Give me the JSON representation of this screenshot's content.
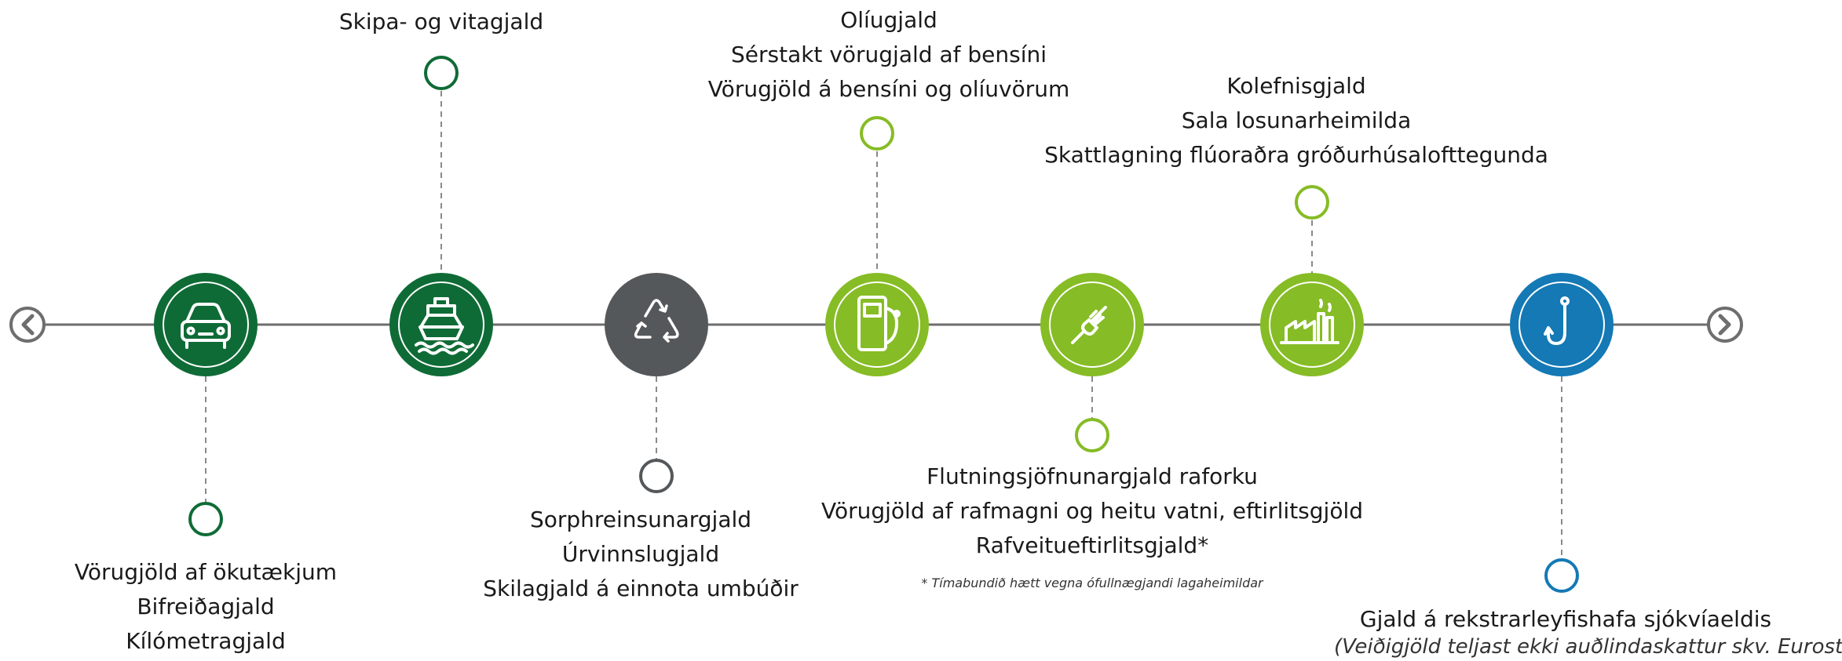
{
  "colors": {
    "dark_green": "#0f6b36",
    "light_green": "#86bc25",
    "gray": "#55585a",
    "blue": "#1479b5",
    "line": "#6e6e6e",
    "dash": "#8a8a8a"
  },
  "nav": {
    "prev_icon": "chevron-left-icon",
    "next_icon": "chevron-right-icon"
  },
  "nodes": [
    {
      "icon": "car-icon",
      "color": "dark_green",
      "side": "below",
      "lines": [
        "Vörugjöld af ökutækjum",
        "Bifreiðagjald",
        "Kílómetragjald"
      ]
    },
    {
      "icon": "ship-icon",
      "color": "dark_green",
      "side": "above",
      "lines": [
        "Skipa- og vitagjald"
      ]
    },
    {
      "icon": "recycle-icon",
      "color": "gray",
      "side": "below",
      "lines": [
        "Sorphreinsunargjald",
        "Úrvinnslugjald",
        "Skilagjald á einnota umbúðir"
      ]
    },
    {
      "icon": "fuel-pump-icon",
      "color": "light_green",
      "side": "above",
      "lines": [
        "Olíugjald",
        "Sérstakt vörugjald af bensíni",
        "Vörugjöld á bensíni og olíuvörum"
      ]
    },
    {
      "icon": "plug-icon",
      "color": "light_green",
      "side": "below",
      "lines": [
        "Flutningsjöfnunargjald raforku",
        "Vörugjöld af rafmagni og heitu vatni, eftirlitsgjöld",
        "Rafveitueftirlitsgjald*"
      ],
      "note": "* Tímabundið hætt vegna ófullnægjandi lagaheimildar"
    },
    {
      "icon": "factory-icon",
      "color": "light_green",
      "side": "above",
      "lines": [
        "Kolefnisgjald",
        "Sala losunarheimilda",
        "Skattlagning flúoraðra gróðurhúsalofttegunda"
      ]
    },
    {
      "icon": "fish-hook-icon",
      "color": "blue",
      "side": "below",
      "lines": [
        "Gjald á rekstrarleyfishafa sjókvíaeldis"
      ],
      "note": "(Veiðigjöld teljast ekki auðlindaskattur skv. Eurostat )"
    }
  ]
}
